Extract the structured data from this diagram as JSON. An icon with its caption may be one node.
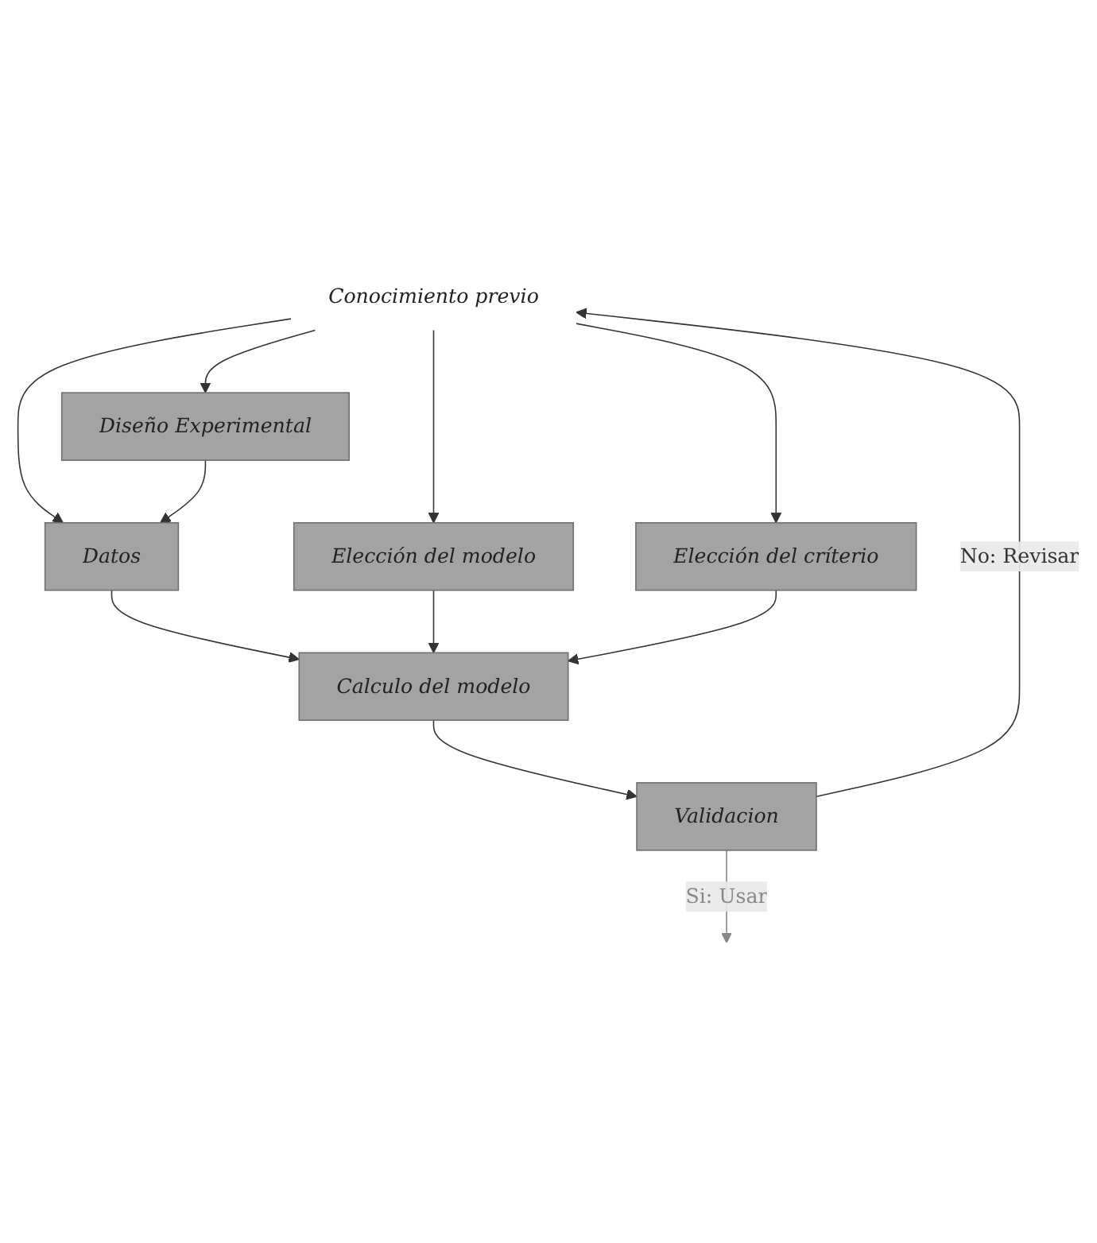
{
  "diagram": {
    "nodes": [
      {
        "text": [
          "Conocimiento previo"
        ]
      },
      {
        "text": [
          "Diseño Experimental"
        ]
      },
      {
        "text": [
          "Datos"
        ]
      },
      {
        "text": [
          "Elección del modelo"
        ]
      },
      {
        "text": [
          "Elección del críterio"
        ]
      },
      {
        "text": [
          "Calculo del modelo"
        ]
      },
      {
        "text": [
          "Validacion"
        ]
      }
    ],
    "edges": [
      {
        "from": 0,
        "to": 1,
        "arrow": "to"
      },
      {
        "from": 0,
        "to": 2,
        "arrow": "to"
      },
      {
        "from": 0,
        "to": 3,
        "arrow": "to"
      },
      {
        "from": 0,
        "to": 4,
        "arrow": "to"
      },
      {
        "from": 1,
        "to": 2,
        "arrow": "to"
      },
      {
        "from": 2,
        "to": 5,
        "arrow": "to"
      },
      {
        "from": 3,
        "to": 5,
        "arrow": "to"
      },
      {
        "from": 4,
        "to": 5,
        "arrow": "to"
      },
      {
        "from": 5,
        "to": 6,
        "arrow": "to"
      },
      {
        "from": 6,
        "to": 0,
        "label": "No: Revisar",
        "arrow": "to"
      },
      {
        "from": 6,
        "to": null,
        "label": "Si: Usar",
        "arrow": "to",
        "color": "#888888"
      }
    ]
  }
}
